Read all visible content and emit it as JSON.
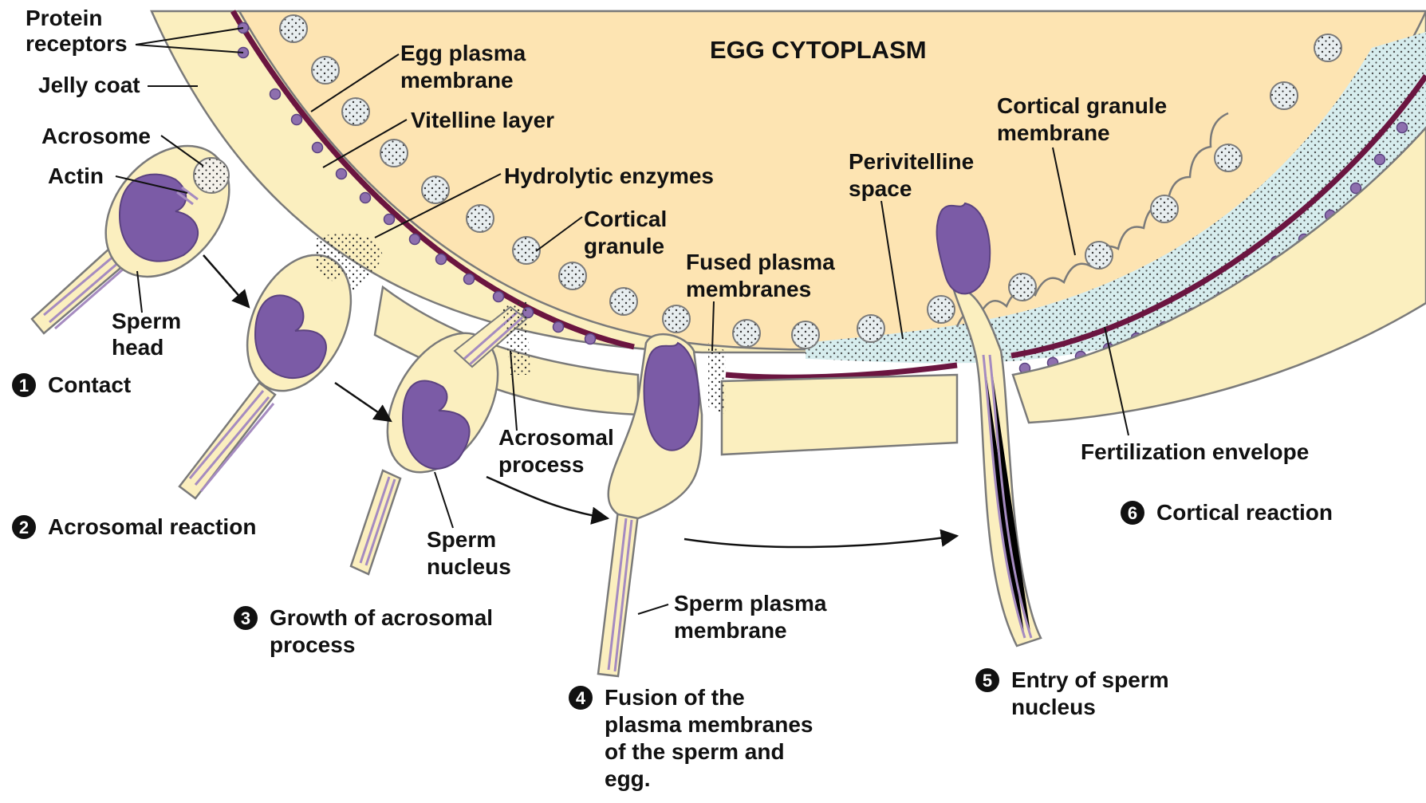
{
  "title": "EGG CYTOPLASM",
  "colors": {
    "jelly": "#fbefbf",
    "cytoplasm": "#fde4b2",
    "outline": "#7a7a7a",
    "membrane": "#6b1540",
    "receptor": "#8e6fae",
    "nucleus": "#7b5ba6",
    "granule": "#cfe3e6",
    "envelope_fill": "#d7edee",
    "tail_stripe": "#a58bc0"
  },
  "labels": {
    "protein_receptors": [
      "Protein",
      "receptors"
    ],
    "jelly_coat": "Jelly coat",
    "acrosome": "Acrosome",
    "actin": "Actin",
    "sperm_head": [
      "Sperm",
      "head"
    ],
    "egg_plasma_membrane": [
      "Egg plasma",
      "membrane"
    ],
    "vitelline_layer": "Vitelline layer",
    "hydrolytic_enzymes": "Hydrolytic enzymes",
    "cortical_granule": [
      "Cortical",
      "granule"
    ],
    "fused_plasma_membranes": [
      "Fused plasma",
      "membranes"
    ],
    "perivitelline_space": [
      "Perivitelline",
      "space"
    ],
    "cortical_granule_membrane": [
      "Cortical granule",
      "membrane"
    ],
    "acrosomal_process": [
      "Acrosomal",
      "process"
    ],
    "sperm_nucleus": [
      "Sperm",
      "nucleus"
    ],
    "sperm_plasma_membrane": [
      "Sperm plasma",
      "membrane"
    ],
    "fertilization_envelope": "Fertilization envelope"
  },
  "steps": [
    {
      "num": "1",
      "lines": [
        "Contact"
      ]
    },
    {
      "num": "2",
      "lines": [
        "Acrosomal reaction"
      ]
    },
    {
      "num": "3",
      "lines": [
        "Growth of acrosomal",
        "process"
      ]
    },
    {
      "num": "4",
      "lines": [
        "Fusion of the",
        "plasma membranes",
        "of the sperm and",
        "egg."
      ]
    },
    {
      "num": "5",
      "lines": [
        "Entry of sperm",
        "nucleus"
      ]
    },
    {
      "num": "6",
      "lines": [
        "Cortical reaction"
      ]
    }
  ]
}
